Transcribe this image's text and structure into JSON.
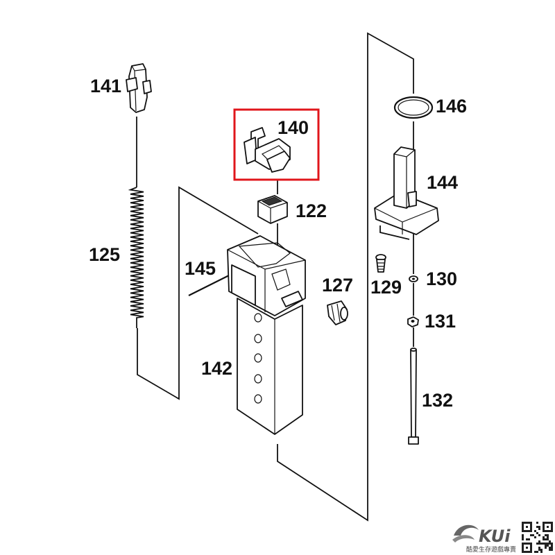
{
  "parts": [
    {
      "id": "141",
      "label": "141"
    },
    {
      "id": "140",
      "label": "140",
      "highlighted": true
    },
    {
      "id": "146",
      "label": "146"
    },
    {
      "id": "144",
      "label": "144"
    },
    {
      "id": "125",
      "label": "125"
    },
    {
      "id": "122",
      "label": "122"
    },
    {
      "id": "145",
      "label": "145"
    },
    {
      "id": "127",
      "label": "127"
    },
    {
      "id": "129",
      "label": "129"
    },
    {
      "id": "130",
      "label": "130"
    },
    {
      "id": "131",
      "label": "131"
    },
    {
      "id": "142",
      "label": "142"
    },
    {
      "id": "132",
      "label": "132"
    }
  ],
  "highlight_color": "#e0161b",
  "watermark": {
    "logo_text": "KUi",
    "tagline": "酷愛生存遊戲專賣"
  }
}
